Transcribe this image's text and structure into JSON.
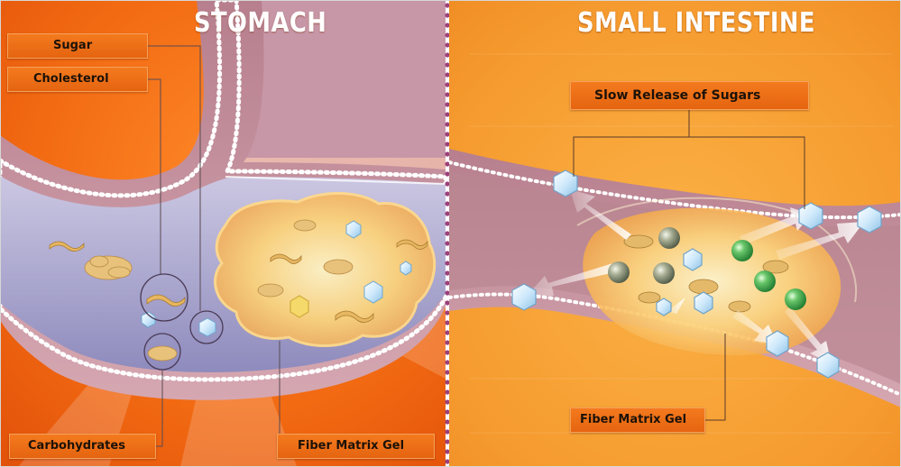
{
  "panels": {
    "stomach": {
      "title": "STOMACH",
      "labels": {
        "sugar": "Sugar",
        "cholesterol": "Cholesterol",
        "carbohydrates": "Carbohydrates",
        "fiber_matrix_gel": "Fiber Matrix Gel"
      }
    },
    "small_intestine": {
      "title": "SMALL INTESTINE",
      "labels": {
        "slow_release": "Slow Release of Sugars",
        "fiber_matrix_gel": "Fiber Matrix Gel"
      }
    }
  },
  "colors": {
    "background_orange": "#f26a12",
    "background_light": "#f7a33b",
    "label_fill": "#ee7018",
    "tissue": "#c58e9b",
    "stomach_fluid": "#a9a6cc",
    "gel": "#fbc96a",
    "divider_dots": "#9c3f7a",
    "sugar_crystal": "#d9eefb",
    "sphere_green": "#4caf50",
    "sphere_gray": "#9aa08a"
  }
}
